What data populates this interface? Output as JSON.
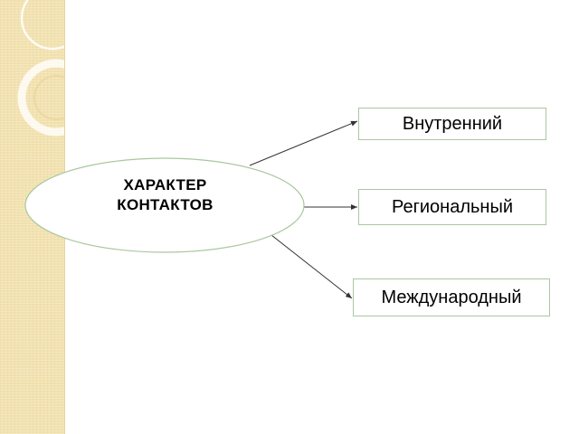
{
  "center_node": {
    "line1": "ХАРАКТЕР",
    "line2": "КОНТАКТОВ"
  },
  "targets": [
    {
      "label": "Внутренний"
    },
    {
      "label": "Региональный"
    },
    {
      "label": "Международный"
    }
  ],
  "colors": {
    "side_band": "#f2e2b0",
    "node_border": "#a9c7a0",
    "node_fill": "#ffffff",
    "arrow": "#333333"
  }
}
